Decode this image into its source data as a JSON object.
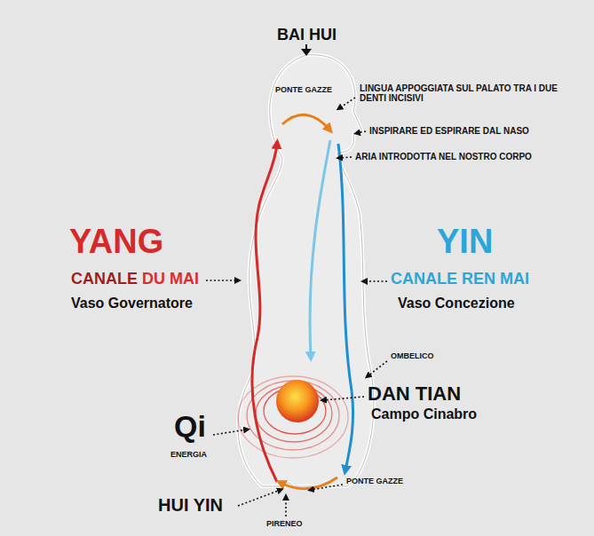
{
  "diagram": {
    "labels": [
      "BAI HUI",
      "PONTE GAZZE",
      "LINGUA APPOGGIATA SUL PALATO TRA I DUE DENTI INCISIVI",
      "INSPIRARE ED ESPIRARE DAL NASO",
      "ARIA INTRODOTTA NEL NOSTRO CORPO",
      "YANG",
      "CANALE",
      "DU MAI",
      "Vaso Governatore",
      "YIN",
      "CANALE REN MAI",
      "Vaso Concezione",
      "OMBELICO",
      "DAN TIAN",
      "Campo Cinabro",
      "Qi",
      "ENERGIA",
      "PONTE GAZZE",
      "HUI YIN",
      "PIRENEO"
    ]
  }
}
